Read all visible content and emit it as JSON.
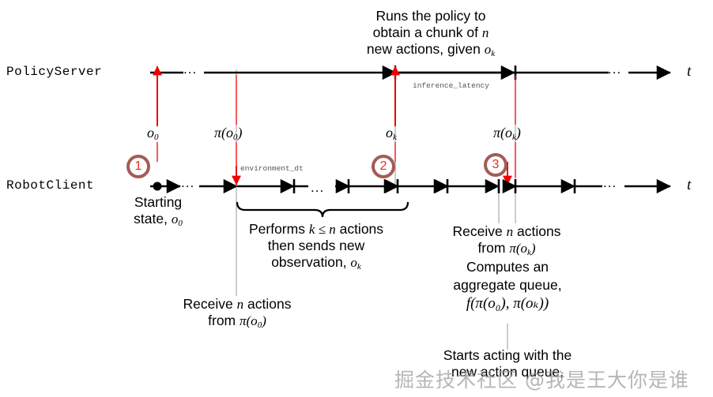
{
  "diagram": {
    "title_hidden": "",
    "lanes": [
      {
        "name": "policy-server",
        "label": "PolicyServer",
        "axis_label": "t"
      },
      {
        "name": "robot-client",
        "label": "RobotClient",
        "axis_label": "t"
      }
    ],
    "ellipses": "...",
    "markers": [
      {
        "id": "1",
        "color": "#e8301a",
        "ring": "#a35c54"
      },
      {
        "id": "2",
        "color": "#e8301a",
        "ring": "#a35c54"
      },
      {
        "id": "3",
        "color": "#e8301a",
        "ring": "#a35c54"
      }
    ],
    "arrow_labels": {
      "o0": "o",
      "o0_sub": "0",
      "pi_o0_open": "π(o",
      "pi_o0_sub": "0",
      "pi_o0_close": ")",
      "ok": "o",
      "ok_sub": "k",
      "pi_ok_open": "π(o",
      "pi_ok_sub": "k",
      "pi_ok_close": ")"
    },
    "interval_labels": {
      "inference_latency": "inference_latency",
      "environment_dt": "environment_dt"
    },
    "notes": {
      "policy_run": [
        "Runs the policy to",
        "obtain a chunk of n",
        "new actions, given oₖ"
      ],
      "policy_run_lines": [
        {
          "pre": "Runs the policy to",
          "sym": "",
          "post": ""
        },
        {
          "pre": "obtain a chunk of ",
          "sym": "n",
          "post": ""
        },
        {
          "pre": "new actions, given ",
          "sym": "o",
          "sub": "k",
          "post": ""
        }
      ],
      "starting_state": [
        {
          "pre": "Starting",
          "sym": "",
          "post": ""
        },
        {
          "pre": "state, ",
          "sym": "o",
          "sub": "0",
          "post": ""
        }
      ],
      "performs": [
        {
          "pre": "Performs ",
          "sym": "k ≤ n",
          "post": " actions"
        },
        {
          "pre": "then sends new",
          "sym": "",
          "post": ""
        },
        {
          "pre": "observation, ",
          "sym": "o",
          "sub": "k",
          "post": ""
        }
      ],
      "receive_pi_o0": [
        {
          "pre": "Receive ",
          "sym": "n",
          "post": " actions"
        },
        {
          "pre": "from ",
          "sym": "π(o",
          "sub": "0",
          "post": ")"
        }
      ],
      "receive_pi_ok": [
        {
          "pre": "Receive ",
          "sym": "n",
          "post": " actions"
        },
        {
          "pre": "from ",
          "sym": "π(o",
          "sub": "k",
          "post": ")"
        }
      ],
      "computes": [
        {
          "pre": "Computes an",
          "sym": "",
          "post": ""
        },
        {
          "pre": "aggregate queue,",
          "sym": "",
          "post": ""
        },
        {
          "pre": "",
          "sym": "f(π(o₀), π(oₖ))",
          "post": ""
        }
      ],
      "starts_acting": [
        {
          "pre": "Starts acting with the",
          "sym": "",
          "post": ""
        },
        {
          "pre": "new action queue,",
          "sym": "",
          "post": ""
        }
      ]
    },
    "watermark": "掘金技术社区 @我是王大你是谁",
    "colors": {
      "red": "#ee0000",
      "ring": "#a35c54",
      "line": "#000000",
      "guide": "#9a9a9a",
      "mono_text": "#555555"
    }
  }
}
